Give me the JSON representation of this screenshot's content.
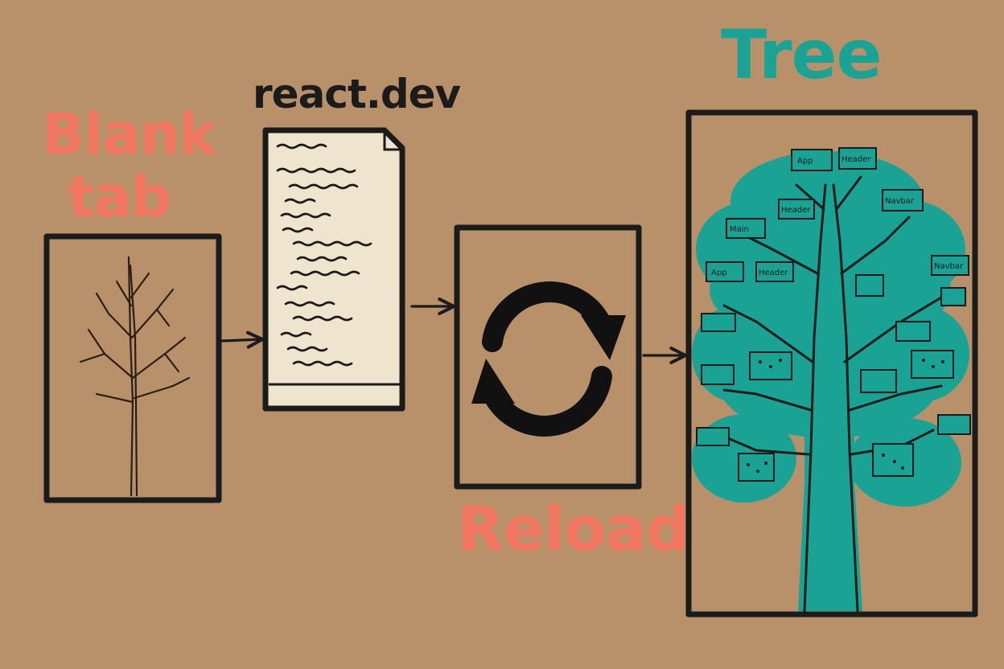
{
  "labels": {
    "blank_tab_line1": "Blank",
    "blank_tab_line2": "tab",
    "site": "react.dev",
    "reload": "Reload",
    "tree": "Tree"
  },
  "tree_nodes": [
    "App",
    "Header",
    "Navbar",
    "Header",
    "Main",
    "App",
    "Header",
    "Navbar"
  ],
  "colors": {
    "background": "#b8916a",
    "ink": "#1b1b1b",
    "coral": "#f2755f",
    "teal": "#1aa394"
  },
  "icons": {
    "reload": "refresh-icon",
    "bare_tree": "bare-tree-icon",
    "document": "document-icon",
    "component_tree": "component-tree-icon"
  }
}
